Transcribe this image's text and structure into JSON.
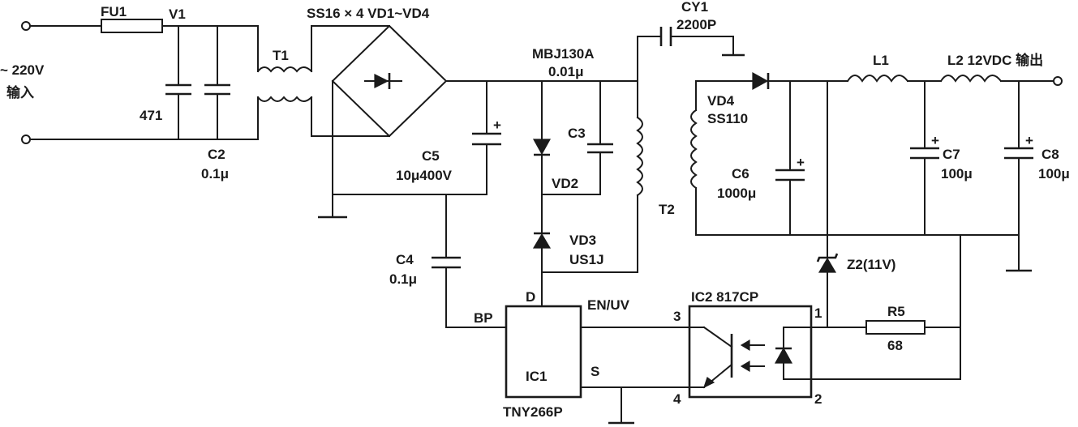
{
  "labels": {
    "fuse": "FU1",
    "v1": "V1",
    "ac_input_voltage": "~ 220V",
    "ac_input_text": "输入",
    "cap_471": "471",
    "c2_name": "C2",
    "c2_value": "0.1μ",
    "t1": "T1",
    "bridge": "SS16 × 4 VD1~VD4",
    "tvs": "MBJ130A",
    "tvs_cap": "0.01μ",
    "cy1_name": "CY1",
    "cy1_value": "2200P",
    "c5_name": "C5",
    "c5_value": "10μ400V",
    "c3": "C3",
    "vd2": "VD2",
    "vd3_name": "VD3",
    "vd3_part": "US1J",
    "c4_name": "C4",
    "c4_value": "0.1μ",
    "t2": "T2",
    "vd4_name": "VD4",
    "vd4_part": "SS110",
    "c6_name": "C6",
    "c6_value": "1000μ",
    "l1": "L1",
    "l2_output": "L2 12VDC 输出",
    "c7_name": "C7",
    "c7_value": "100μ",
    "c8_name": "C8",
    "c8_value": "100μ",
    "z2": "Z2(11V)",
    "r5_name": "R5",
    "r5_value": "68",
    "ic2": "IC2 817CP",
    "ic1": "IC1",
    "ic1_part": "TNY266P",
    "pin_bp": "BP",
    "pin_d": "D",
    "pin_en": "EN/UV",
    "pin_s": "S",
    "pin_1": "1",
    "pin_2": "2",
    "pin_3": "3",
    "pin_4": "4"
  }
}
